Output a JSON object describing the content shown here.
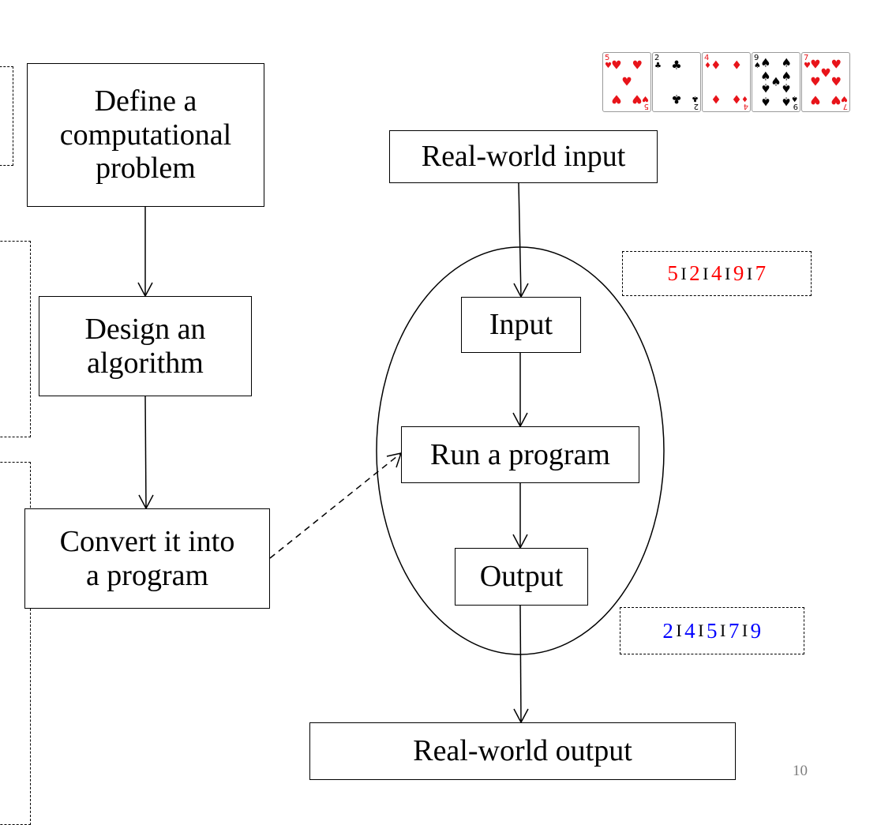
{
  "steps": {
    "define": "Define a\ncomputational\nproblem",
    "design": "Design an\nalgorithm",
    "convert": "Convert it into\na program"
  },
  "flow": {
    "real_input": "Real-world input",
    "input": "Input",
    "run": "Run a program",
    "output": "Output",
    "real_output": "Real-world output"
  },
  "input_sequence": {
    "values": [
      "5",
      "2",
      "4",
      "9",
      "7"
    ],
    "color": "#ff0000"
  },
  "output_sequence": {
    "values": [
      "2",
      "4",
      "5",
      "7",
      "9"
    ],
    "color": "#0000ff"
  },
  "cards": [
    {
      "rank": "5",
      "suit": "hearts"
    },
    {
      "rank": "2",
      "suit": "clubs"
    },
    {
      "rank": "4",
      "suit": "diamonds"
    },
    {
      "rank": "9",
      "suit": "spades"
    },
    {
      "rank": "7",
      "suit": "hearts"
    }
  ],
  "page_number": "10"
}
